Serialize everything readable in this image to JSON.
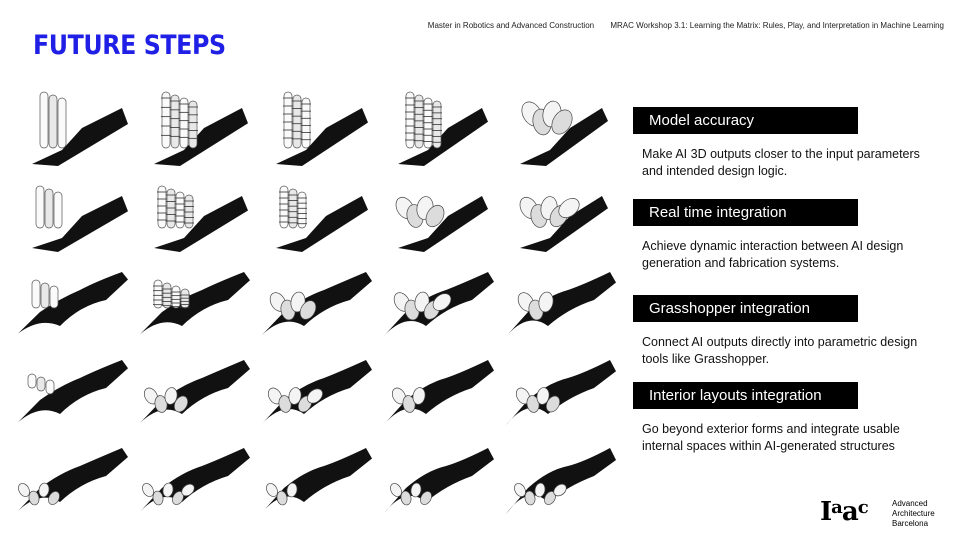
{
  "header": {
    "program": "Master in Robotics and Advanced Construction",
    "workshop": "MRAC Workshop 3.1: Learning the Matrix: Rules, Play, and Interpretation in Machine Learning"
  },
  "title": "FUTURE STEPS",
  "colors": {
    "title": "#1f1fe6",
    "label_bg": "#000000",
    "label_text": "#ffffff"
  },
  "grid": {
    "rows": 5,
    "columns": 5
  },
  "steps": [
    {
      "title": "Model accuracy",
      "description": "Make AI 3D outputs closer to the input parameters and intended design logic."
    },
    {
      "title": "Real time integration",
      "description": "Achieve dynamic interaction between AI design generation and fabrication systems."
    },
    {
      "title": "Grasshopper integration",
      "description": "Connect AI outputs directly into parametric design tools like Grasshopper."
    },
    {
      "title": "Interior layouts integration",
      "description": "Go beyond exterior forms and integrate usable internal spaces within AI-generated structures"
    }
  ],
  "logo": {
    "mark": "Iaac",
    "lines": [
      "Advanced",
      "Architecture",
      "Barcelona"
    ]
  }
}
